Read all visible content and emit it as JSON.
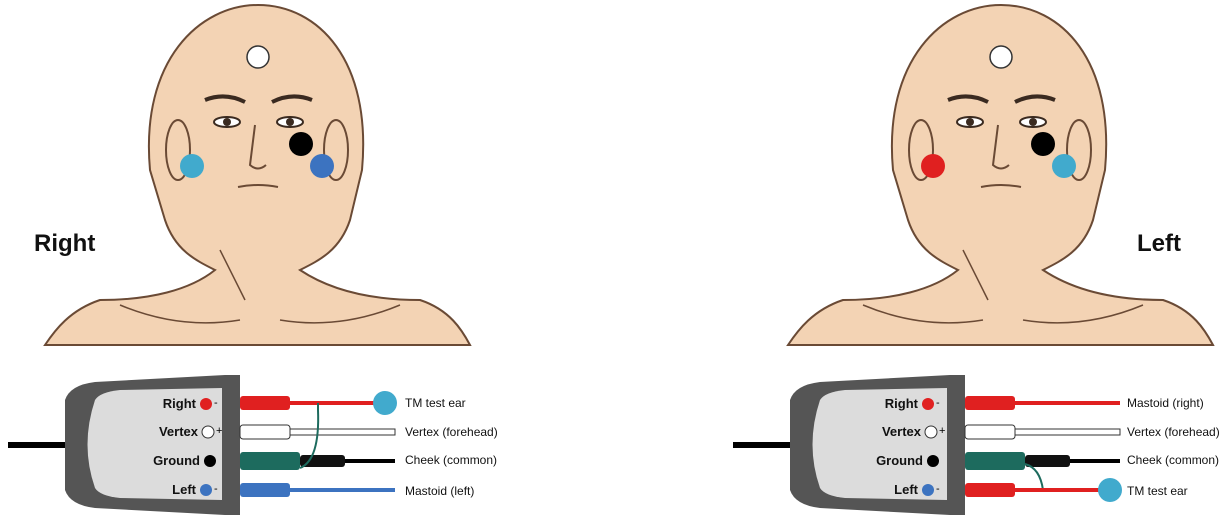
{
  "panels": [
    {
      "side_label": "Right",
      "electrodes": {
        "forehead": "#ffffff",
        "left_ear": "#41aacd",
        "right_ear": "#3c73c0",
        "cheek": "#000000"
      },
      "leads": [
        {
          "name": "Right",
          "color": "#e02020",
          "sign": "-"
        },
        {
          "name": "Vertex",
          "color": "#ffffff",
          "sign": "+"
        },
        {
          "name": "Ground",
          "color": "#000000",
          "sign": ""
        },
        {
          "name": "Left",
          "color": "#3c73c0",
          "sign": "-"
        }
      ],
      "wire_labels": [
        "TM test ear",
        "Vertex (forehead)",
        "Cheek (common)",
        "Mastoid (left)"
      ]
    },
    {
      "side_label": "Left",
      "electrodes": {
        "forehead": "#ffffff",
        "left_ear": "#e02020",
        "right_ear": "#41aacd",
        "cheek": "#000000"
      },
      "leads": [
        {
          "name": "Right",
          "color": "#e02020",
          "sign": "-"
        },
        {
          "name": "Vertex",
          "color": "#ffffff",
          "sign": "+"
        },
        {
          "name": "Ground",
          "color": "#000000",
          "sign": ""
        },
        {
          "name": "Left",
          "color": "#3c73c0",
          "sign": "-"
        }
      ],
      "wire_labels": [
        "Mastoid (right)",
        "Vertex (forehead)",
        "Cheek (common)",
        "TM test ear"
      ]
    }
  ],
  "colors": {
    "skin": "#f3d3b4",
    "outline": "#6a4a35",
    "box": "#555555",
    "box_face": "#dcdcdc",
    "teal": "#1d6b5e",
    "tm": "#41aacd"
  }
}
